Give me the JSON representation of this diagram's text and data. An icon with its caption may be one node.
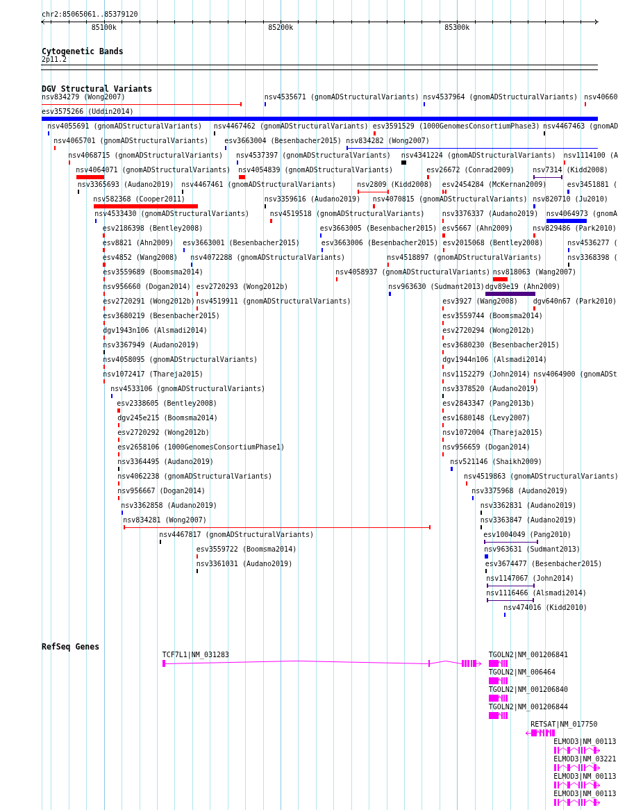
{
  "diagram": {
    "labels": [
      "chr2:85065061..85379120",
      "85100k",
      "85200k",
      "85300k",
      "Cytogenetic Bands",
      "2p11.2",
      "DGV Structural Variants",
      "nsv834279 (Wong2007)",
      "nsv4535671 (gnomADStructuralVariants)",
      "nsv4537964 (gnomADStructuralVariants)",
      "nsv40660",
      "esv3575266 (Uddin2014)",
      "nsv4055691 (gnomADStructuralVariants)",
      "nsv4467462 (gnomADStructuralVariants)",
      "esv3591529 (1000GenomesConsortiumPhase3)",
      "nsv4467463 (gnomAD",
      "nsv4065701 (gnomADStructuralVariants)",
      "esv3663004 (Besenbacher2015)",
      "nsv834282 (Wong2007)",
      "nsv4068715 (gnomADStructuralVariants)",
      "nsv4537397 (gnomADStructuralVariants)",
      "nsv4341224 (gnomADStructuralVariants)",
      "nsv1114100 (A",
      "nsv4064071 (gnomADStructuralVariants)",
      "nsv4054839 (gnomADStructuralVariants)",
      "esv26672 (Conrad2009)",
      "nsv7314 (Kidd2008)",
      "nsv3365693 (Audano2019)",
      "nsv4467461 (gnomADStructuralVariants)",
      "nsv2809 (Kidd2008)",
      "esv2454284 (McKernan2009)",
      "esv3451881 (",
      "nsv582368 (Cooper2011)",
      "nsv3359616 (Audano2019)",
      "nsv4070815 (gnomADStructuralVariants)",
      "nsv820710 (Ju2010)",
      "nsv4533430 (gnomADStructuralVariants)",
      "nsv4519518 (gnomADStructuralVariants)",
      "nsv3376337 (Audano2019)",
      "nsv4064973 (gnomA",
      "esv2186398 (Bentley2008)",
      "esv3663005 (Besenbacher2015)",
      "esv5667 (Ahn2009)",
      "nsv829486 (Park2010)",
      "esv8821 (Ahn2009)",
      "esv3663001 (Besenbacher2015)",
      "esv3663006 (Besenbacher2015)",
      "esv2015068 (Bentley2008)",
      "nsv4536277 (",
      "esv4852 (Wang2008)",
      "nsv4072288 (gnomADStructuralVariants)",
      "nsv4518897 (gnomADStructuralVariants)",
      "nsv3368398 (",
      "esv3559689 (Boomsma2014)",
      "nsv4058937 (gnomADStructuralVariants)",
      "nsv818063 (Wang2007)",
      "nsv956660 (Dogan2014)",
      "esv2720293 (Wong2012b)",
      "nsv963630 (Sudmant2013)",
      "dgv89e19 (Ahn2009)",
      "esv2720291 (Wong2012b)",
      "nsv4519911 (gnomADStructuralVariants)",
      "esv3927 (Wang2008)",
      "dgv640n67 (Park2010)",
      "esv3680219 (Besenbacher2015)",
      "esv3559744 (Boomsma2014)",
      "dgv1943n106 (Alsmadi2014)",
      "esv2720294 (Wong2012b)",
      "nsv3367949 (Audano2019)",
      "esv3680230 (Besenbacher2015)",
      "nsv4058095 (gnomADStructuralVariants)",
      "dgv1944n106 (Alsmadi2014)",
      "nsv1072417 (Thareja2015)",
      "nsv1152279 (John2014)",
      "nsv4064900 (gnomADSt",
      "nsv4533106 (gnomADStructuralVariants)",
      "nsv3378520 (Audano2019)",
      "esv2338605 (Bentley2008)",
      "esv2843347 (Pang2013b)",
      "dgv245e215 (Boomsma2014)",
      "esv1680148 (Levy2007)",
      "esv2720292 (Wong2012b)",
      "nsv1072004 (Thareja2015)",
      "esv2658106 (1000GenomesConsortiumPhase1)",
      "nsv956659 (Dogan2014)",
      "nsv3364495 (Audano2019)",
      "nsv521146 (Shaikh2009)",
      "nsv4062238 (gnomADStructuralVariants)",
      "nsv4519863 (gnomADStructuralVariants)",
      "nsv956667 (Dogan2014)",
      "nsv3375968 (Audano2019)",
      "nsv3362858 (Audano2019)",
      "nsv3362831 (Audano2019)",
      "nsv834281 (Wong2007)",
      "nsv3363847 (Audano2019)",
      "nsv4467817 (gnomADStructuralVariants)",
      "esv1004049 (Pang2010)",
      "esv3559722 (Boomsma2014)",
      "nsv963631 (Sudmant2013)",
      "nsv3361031 (Audano2019)",
      "esv3674477 (Besenbacher2015)",
      "nsv1147067 (John2014)",
      "nsv1116466 (Alsmadi2014)",
      "nsv474016 (Kidd2010)",
      "RefSeq Genes",
      "TCF7L1|NM_031283",
      "TGOLN2|NM_001206841",
      "TGOLN2|NM_006464",
      "TGOLN2|NM_001206840",
      "TGOLN2|NM_001206844",
      "RETSAT|NM_017750",
      "ELMOD3|NM_00113",
      "ELMOD3|NM_03221",
      "ELMOD3|NM_00113",
      "ELMOD3|NM_00113"
    ]
  }
}
